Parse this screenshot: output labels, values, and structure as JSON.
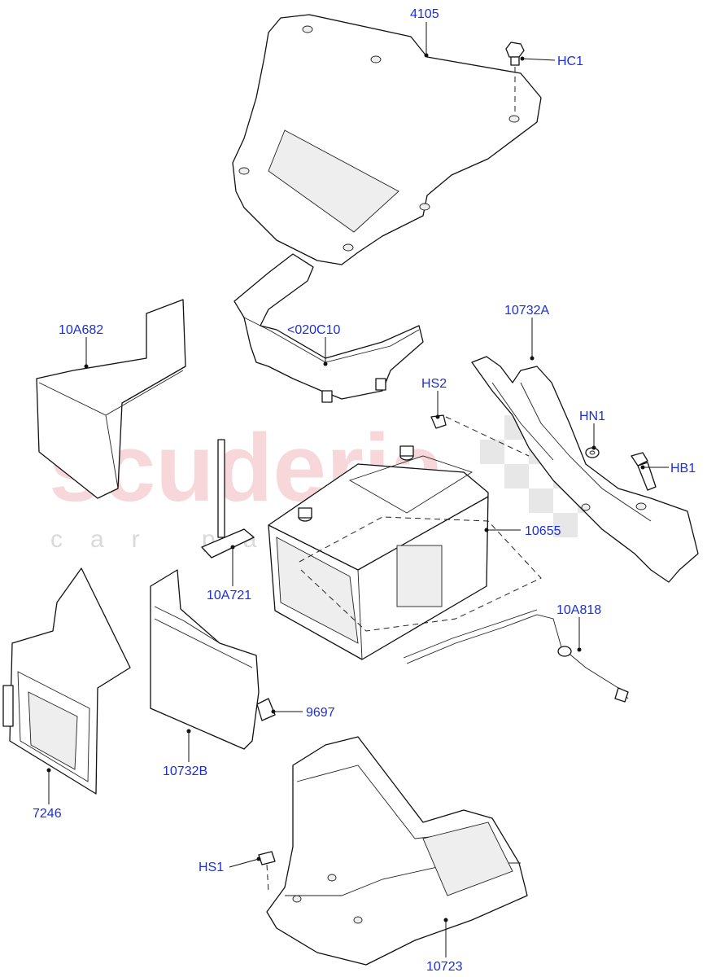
{
  "watermark": {
    "brand": "scuderia",
    "tagline": "car parts"
  },
  "callouts": [
    {
      "id": "4105",
      "label": "4105"
    },
    {
      "id": "HC1",
      "label": "HC1"
    },
    {
      "id": "10A682",
      "label": "10A682"
    },
    {
      "id": "020C10",
      "label": "<020C10"
    },
    {
      "id": "10732A",
      "label": "10732A"
    },
    {
      "id": "HS2",
      "label": "HS2"
    },
    {
      "id": "HN1",
      "label": "HN1"
    },
    {
      "id": "HB1",
      "label": "HB1"
    },
    {
      "id": "10655",
      "label": "10655"
    },
    {
      "id": "10A721",
      "label": "10A721"
    },
    {
      "id": "10A818",
      "label": "10A818"
    },
    {
      "id": "9697",
      "label": "9697"
    },
    {
      "id": "10732B",
      "label": "10732B"
    },
    {
      "id": "7246",
      "label": "7246"
    },
    {
      "id": "HS1",
      "label": "HS1"
    },
    {
      "id": "10723",
      "label": "10723"
    }
  ],
  "colors": {
    "callout_text": "#1a2fd8",
    "line": "#111111",
    "watermark": "#f2b8bd"
  }
}
